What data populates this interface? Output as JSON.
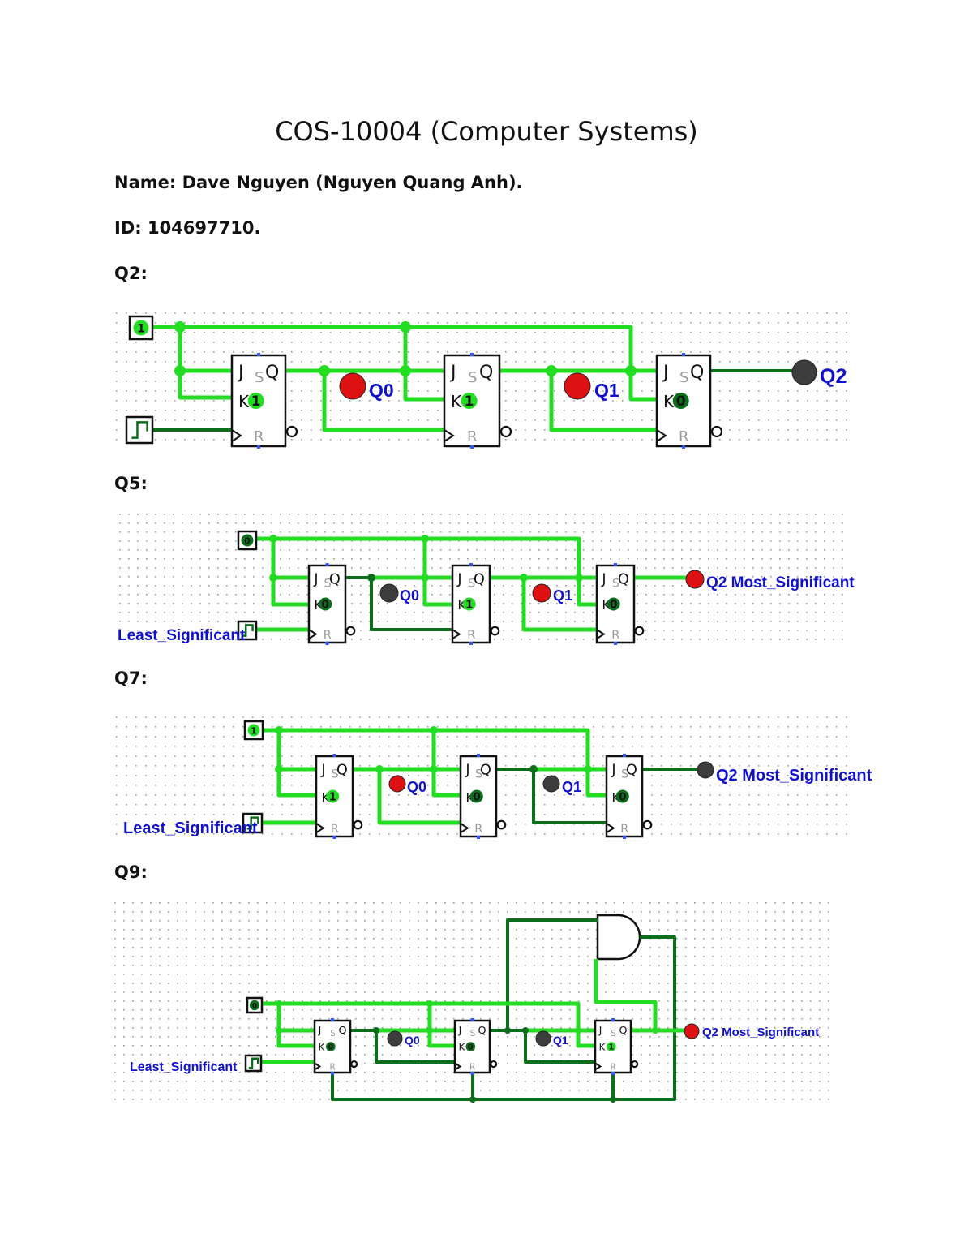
{
  "doc": {
    "title": "COS-10004 (Computer Systems)",
    "name_line": "Name: Dave Nguyen (Nguyen Quang Anh).",
    "id_line": "ID: 104697710."
  },
  "sections": [
    {
      "heading": "Q2:",
      "const_input": "1",
      "k_values": [
        "1",
        "1",
        "0"
      ],
      "outputs": [
        {
          "label": "Q0",
          "state": "red"
        },
        {
          "label": "Q1",
          "state": "red"
        },
        {
          "label": "Q2",
          "state": "gray"
        }
      ],
      "clock_label": ""
    },
    {
      "heading": "Q5:",
      "const_input": "0",
      "k_values": [
        "0",
        "1",
        "0"
      ],
      "outputs": [
        {
          "label": "Q0",
          "state": "gray"
        },
        {
          "label": "Q1",
          "state": "red"
        },
        {
          "label": "Q2 Most_Significant",
          "state": "red"
        }
      ],
      "clock_label": "Least_Significant"
    },
    {
      "heading": "Q7:",
      "const_input": "1",
      "k_values": [
        "1",
        "0",
        "0"
      ],
      "outputs": [
        {
          "label": "Q0",
          "state": "red"
        },
        {
          "label": "Q1",
          "state": "gray"
        },
        {
          "label": "Q2 Most_Significant",
          "state": "gray"
        }
      ],
      "clock_label": "Least_Significant"
    },
    {
      "heading": "Q9:",
      "const_input": "0",
      "k_values": [
        "0",
        "0",
        "1"
      ],
      "outputs": [
        {
          "label": "Q0",
          "state": "gray"
        },
        {
          "label": "Q1",
          "state": "gray"
        },
        {
          "label": "Q2 Most_Significant",
          "state": "red"
        }
      ],
      "clock_label": "Least_Significant"
    }
  ],
  "pins": {
    "j": "J",
    "s": "S",
    "q": "Q",
    "k": "K",
    "r": "R"
  },
  "colors": {
    "wire_on": "#22dd22",
    "wire_off": "#0b6e1a",
    "led_red": "#dd1111",
    "led_gray": "#3d3d3d",
    "label_blue": "#1111cc"
  }
}
